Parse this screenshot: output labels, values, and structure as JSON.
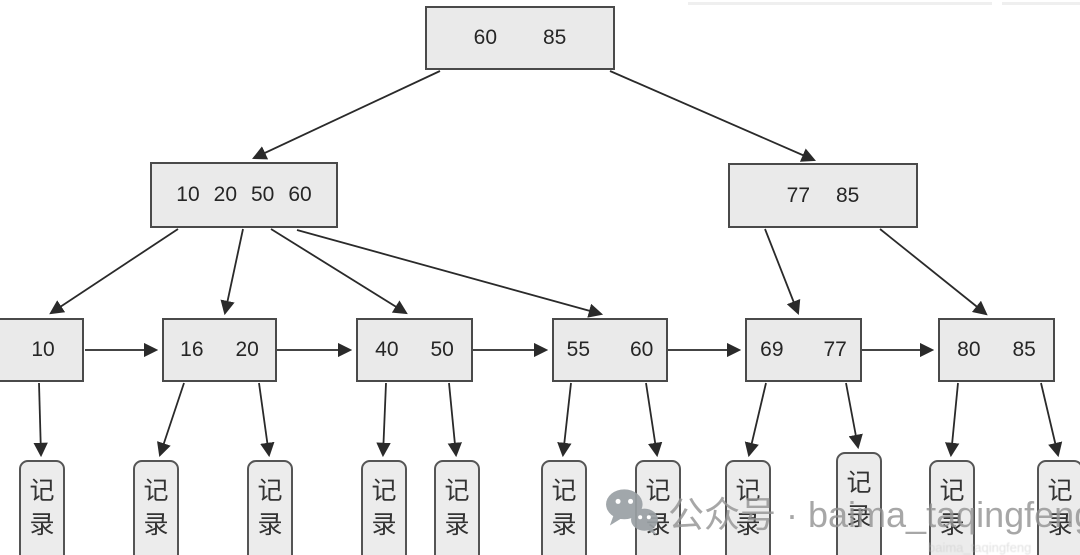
{
  "diagram_type": "b-plus-tree-index-diagram",
  "tree": {
    "root": {
      "keys": [
        "60",
        "85"
      ]
    },
    "internal_left": {
      "keys": [
        "10",
        "20",
        "50",
        "60"
      ]
    },
    "internal_right": {
      "keys": [
        "77",
        "85"
      ]
    },
    "leaves": [
      {
        "keys": [
          "10"
        ]
      },
      {
        "keys": [
          "16",
          "20"
        ]
      },
      {
        "keys": [
          "40",
          "50"
        ]
      },
      {
        "keys": [
          "55",
          "60"
        ]
      },
      {
        "keys": [
          "69",
          "77"
        ]
      },
      {
        "keys": [
          "80",
          "85"
        ]
      }
    ]
  },
  "labels": {
    "record": "记录"
  },
  "watermark": {
    "icon": "wechat-icon",
    "text": "公众号 · baima_taqingfeng",
    "faint_text": "baima_taqingfeng"
  },
  "colors": {
    "node_fill": "#eaeaea",
    "node_border": "#4a4a4a",
    "arrow": "#2a2a2a",
    "watermark": "#949494",
    "text": "#262626"
  }
}
